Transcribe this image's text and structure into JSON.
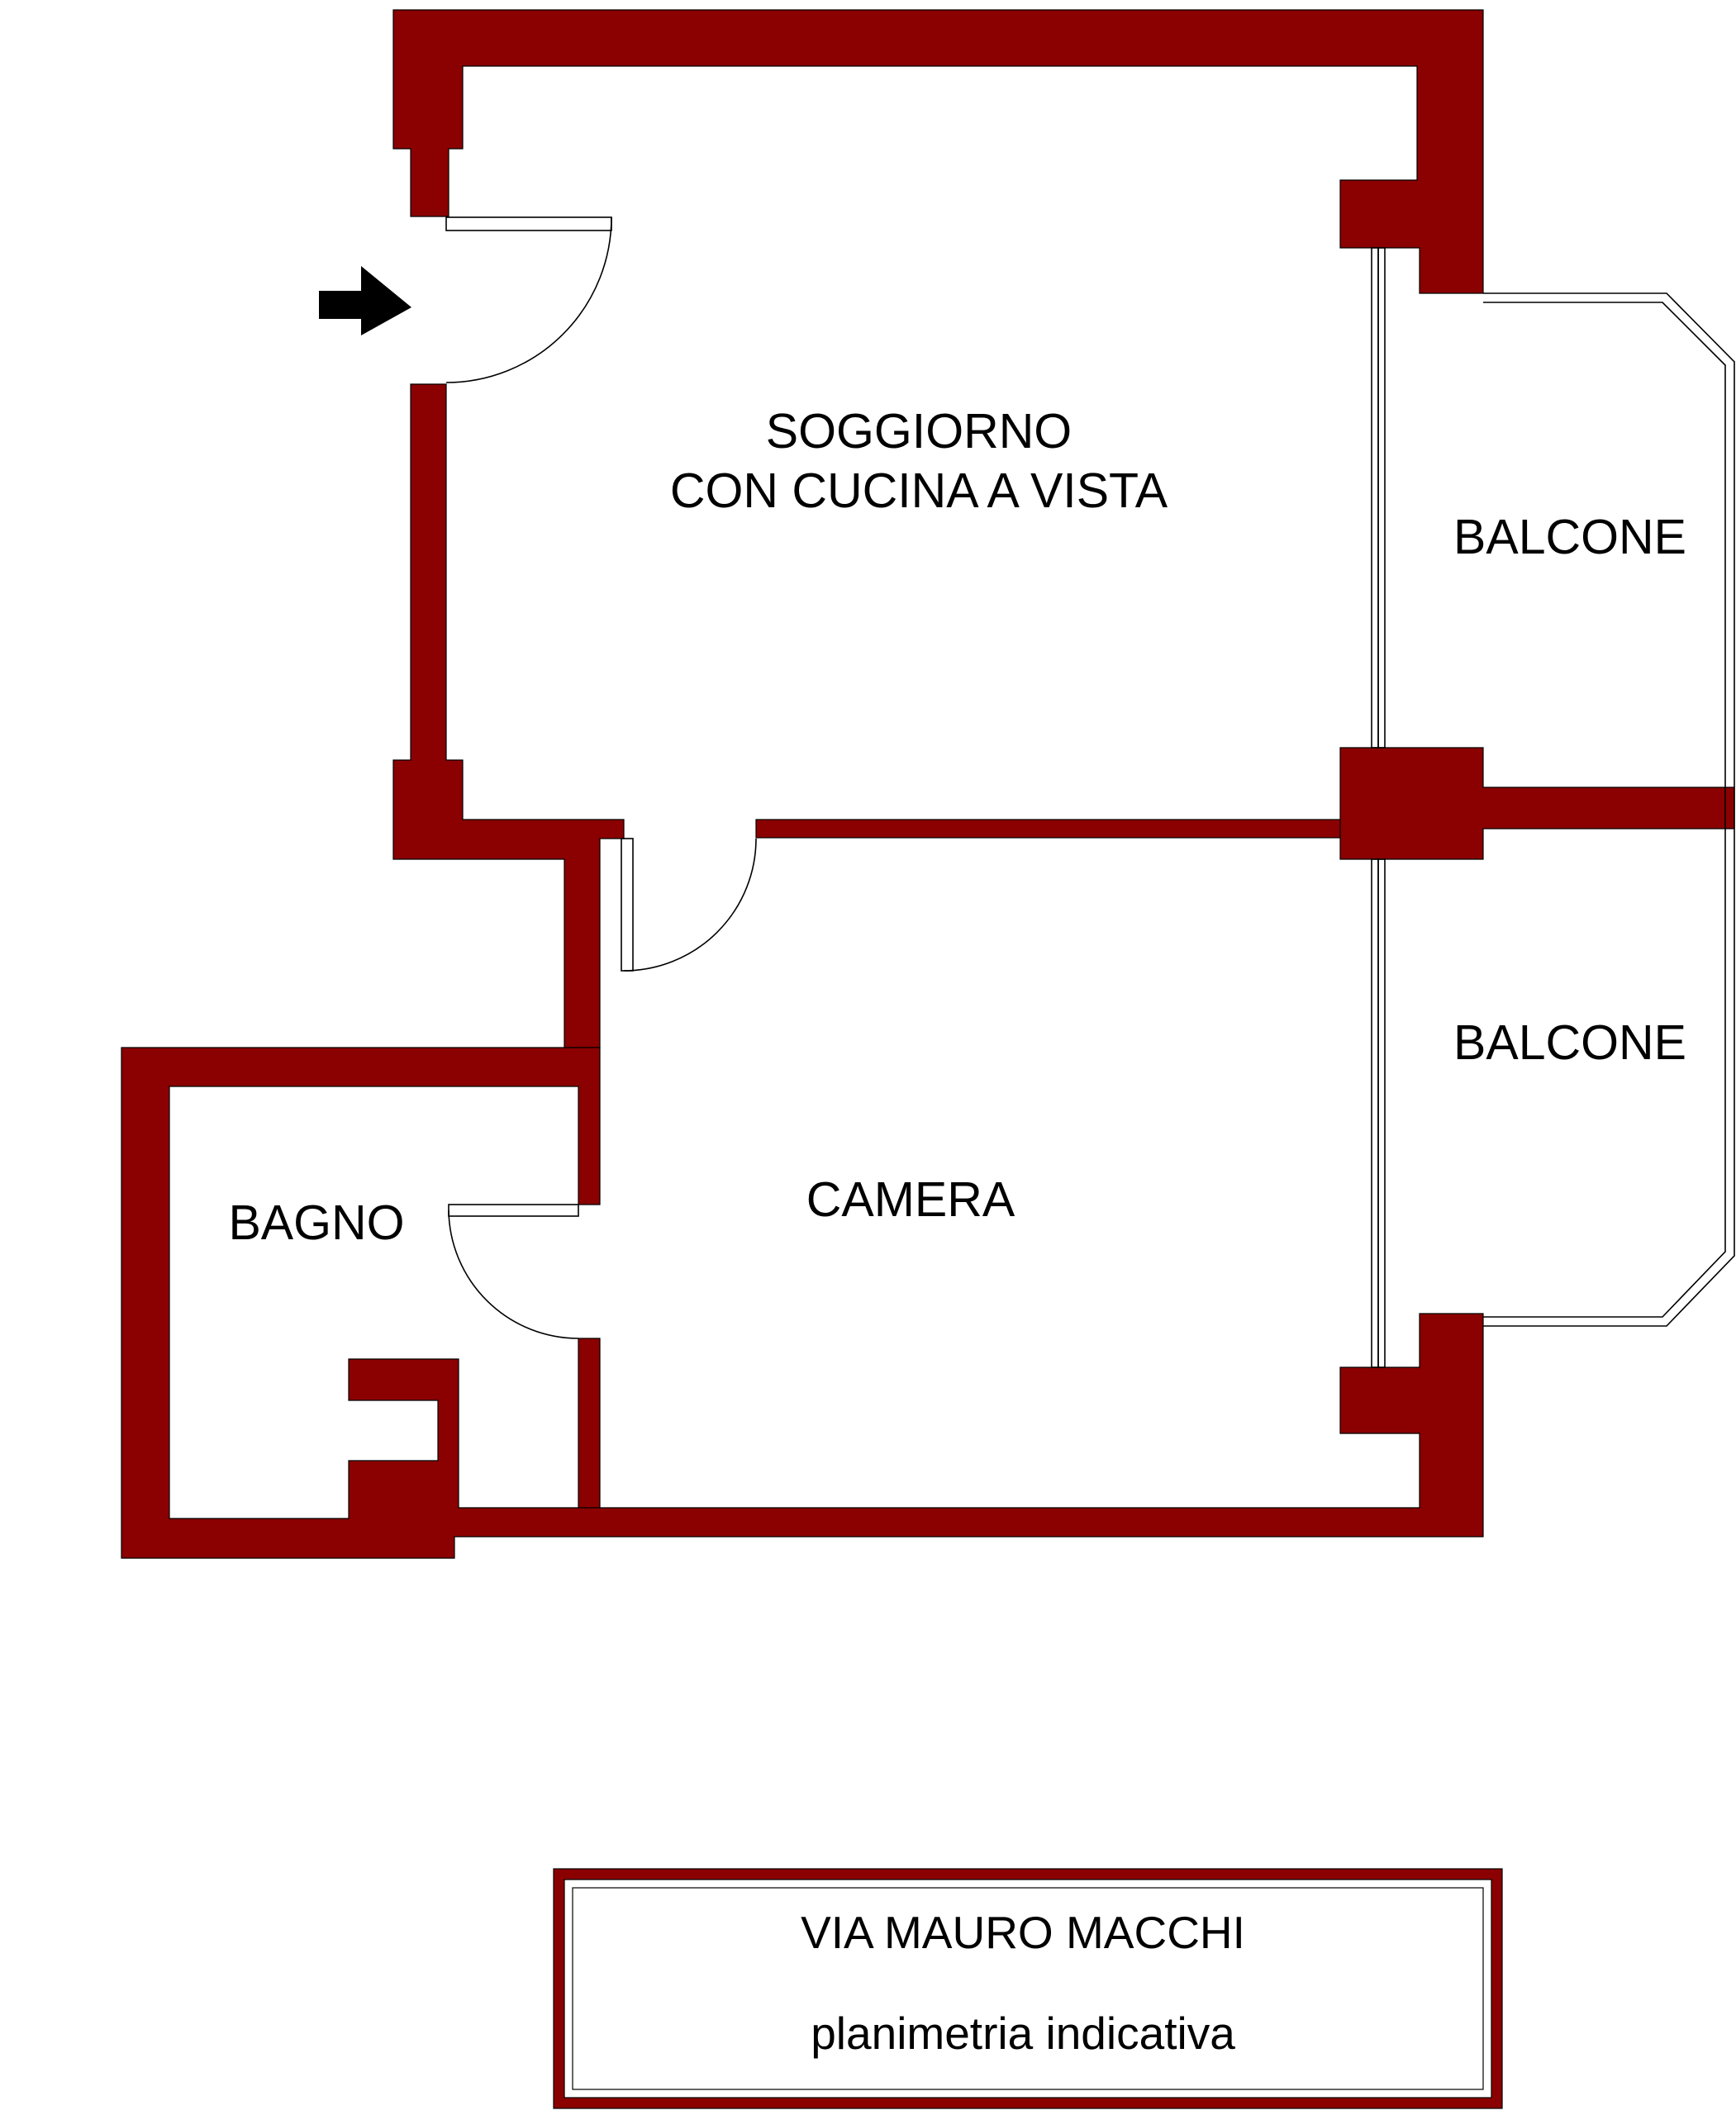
{
  "rooms": {
    "soggiorno_line1": "SOGGIORNO",
    "soggiorno_line2": "CON CUCINA A VISTA",
    "balcone_top": "BALCONE",
    "balcone_bottom": "BALCONE",
    "camera": "CAMERA",
    "bagno": "BAGNO"
  },
  "cartouche": {
    "street": "VIA MAURO MACCHI",
    "note": "planimetria indicativa"
  },
  "colors": {
    "wall": "#8b0000",
    "line": "#000000",
    "background": "#ffffff"
  },
  "icons": {
    "entrance": "entrance-arrow-icon"
  }
}
